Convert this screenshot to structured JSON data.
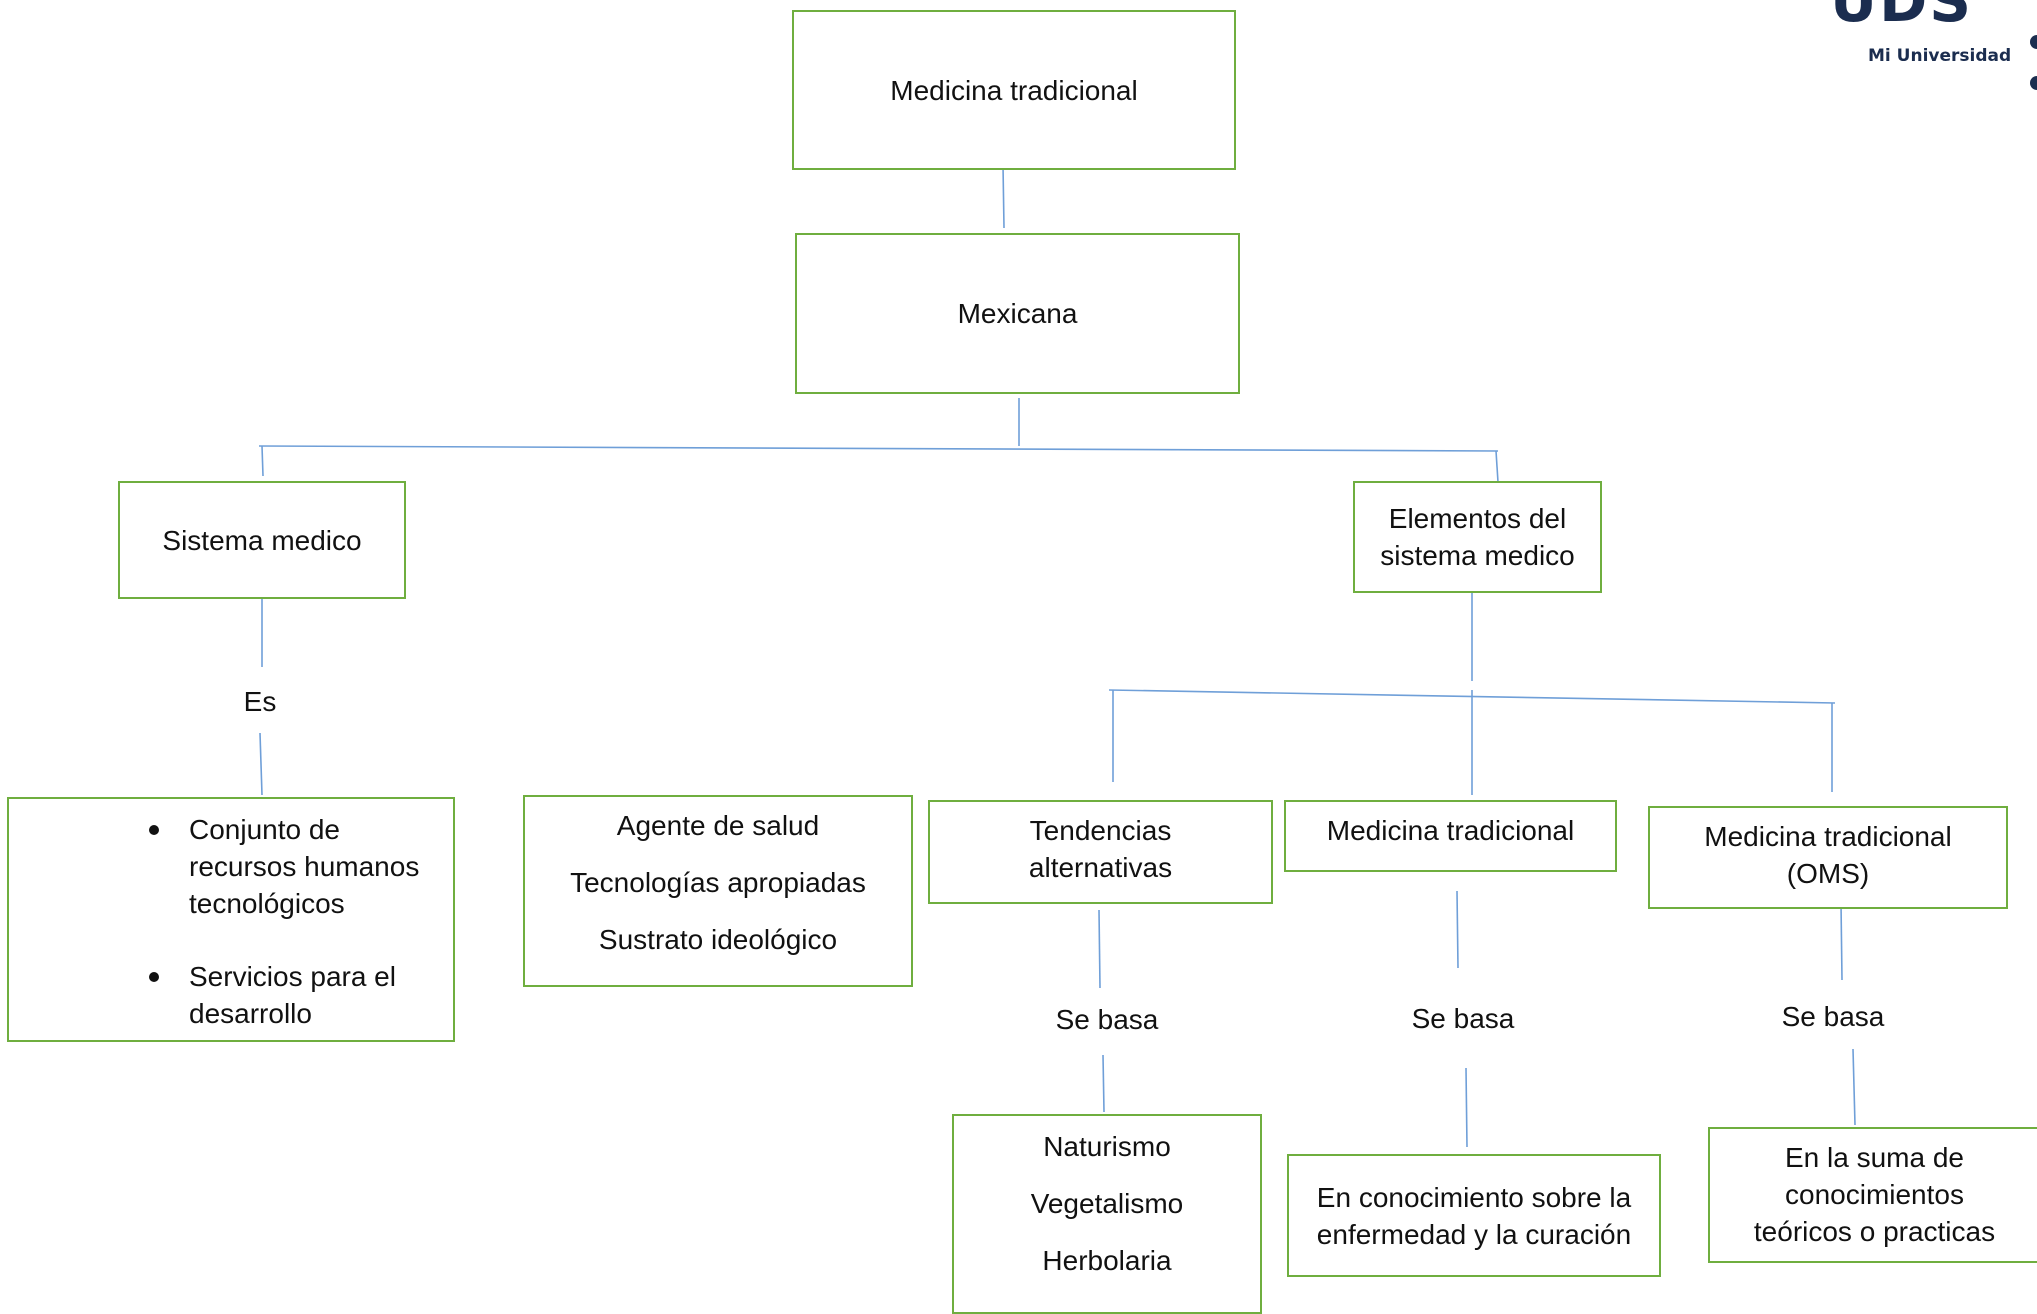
{
  "logo": {
    "mark": "UDS",
    "subtitle": "Mi Universidad",
    "color": "#1b2d4f"
  },
  "colors": {
    "box_border": "#6fae3f",
    "connector": "#6f9fd8"
  },
  "nodes": {
    "root": "Medicina tradicional",
    "mexicana": "Mexicana",
    "sistema_medico": "Sistema medico",
    "elementos": [
      "Elementos del",
      "sistema medico"
    ],
    "conjunto": {
      "bullets": [
        [
          "Conjunto de",
          "recursos humanos",
          "tecnológicos"
        ],
        [
          "Servicios para el",
          "desarrollo"
        ]
      ]
    },
    "agente": [
      "Agente de salud",
      "Tecnologías apropiadas",
      "Sustrato ideológico"
    ],
    "tendencias": [
      "Tendencias",
      "alternativas"
    ],
    "medicina_trad": "Medicina tradicional",
    "medicina_oms": [
      "Medicina tradicional",
      "(OMS)"
    ],
    "naturismo": [
      "Naturismo",
      "Vegetalismo",
      "Herbolaria"
    ],
    "conocimiento": [
      "En conocimiento sobre la",
      "enfermedad y la curación"
    ],
    "suma": [
      "En la suma de",
      "conocimientos",
      "teóricos o practicas"
    ]
  },
  "labels": {
    "es": "Es",
    "se_basa_1": "Se basa",
    "se_basa_2": "Se basa",
    "se_basa_3": "Se basa"
  }
}
